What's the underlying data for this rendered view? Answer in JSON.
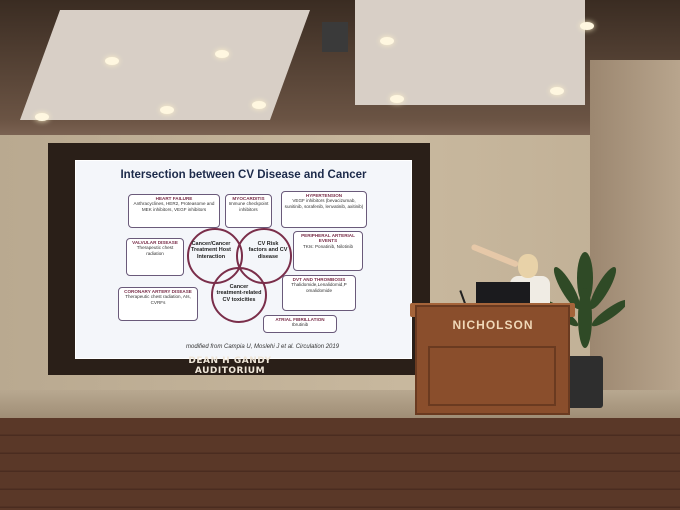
{
  "slide": {
    "title": "Intersection between CV Disease and Cancer",
    "boxes": {
      "heart_failure": {
        "title": "HEART FAILURE",
        "body": "Anthracyclines, HER2, Proteasome and MEK inhibitors, VEGF inhibitors"
      },
      "myocarditis": {
        "title": "MYOCARDITIS",
        "body": "Immune checkpoint inhibitors"
      },
      "hypertension": {
        "title": "HYPERTENSION",
        "body": "VEGF inhibitors (bevacizumab, sunitinib, sorafenib, lenvatinib, axitinib)"
      },
      "valvular": {
        "title": "VALVULAR DISEASE",
        "body": "Therapeutic chest radiation"
      },
      "peripheral": {
        "title": "PERIPHERAL ARTERIAL EVENTS",
        "body": "TKIs: Ponatinib, Nilotinib"
      },
      "coronary": {
        "title": "CORONARY ARTERY DISEASE",
        "body": "Therapeutic chest radiation, AIs, CVRFs"
      },
      "dvt": {
        "title": "DVT AND THROMBOSIS",
        "body": "Thalidomide,Lenalidomid,P omalidomide"
      },
      "afib": {
        "title": "ATRIAL FIBRILLATION",
        "body": "Ibrutinib"
      }
    },
    "circles": {
      "c1": "Cancer/Cancer Treatment Host Interaction",
      "c2": "CV Risk factors and CV disease",
      "c3": "Cancer treatment-related CV toxicities"
    },
    "credit": "modified from Campia U, Moslehi J et al. Circulation 2019"
  },
  "plaque": "DEAN H GANDY AUDITORIUM",
  "podium_label": "NICHOLSON",
  "colors": {
    "accent": "#7a2e4a",
    "title": "#1c2a4a",
    "podium": "#8a4e2c"
  }
}
